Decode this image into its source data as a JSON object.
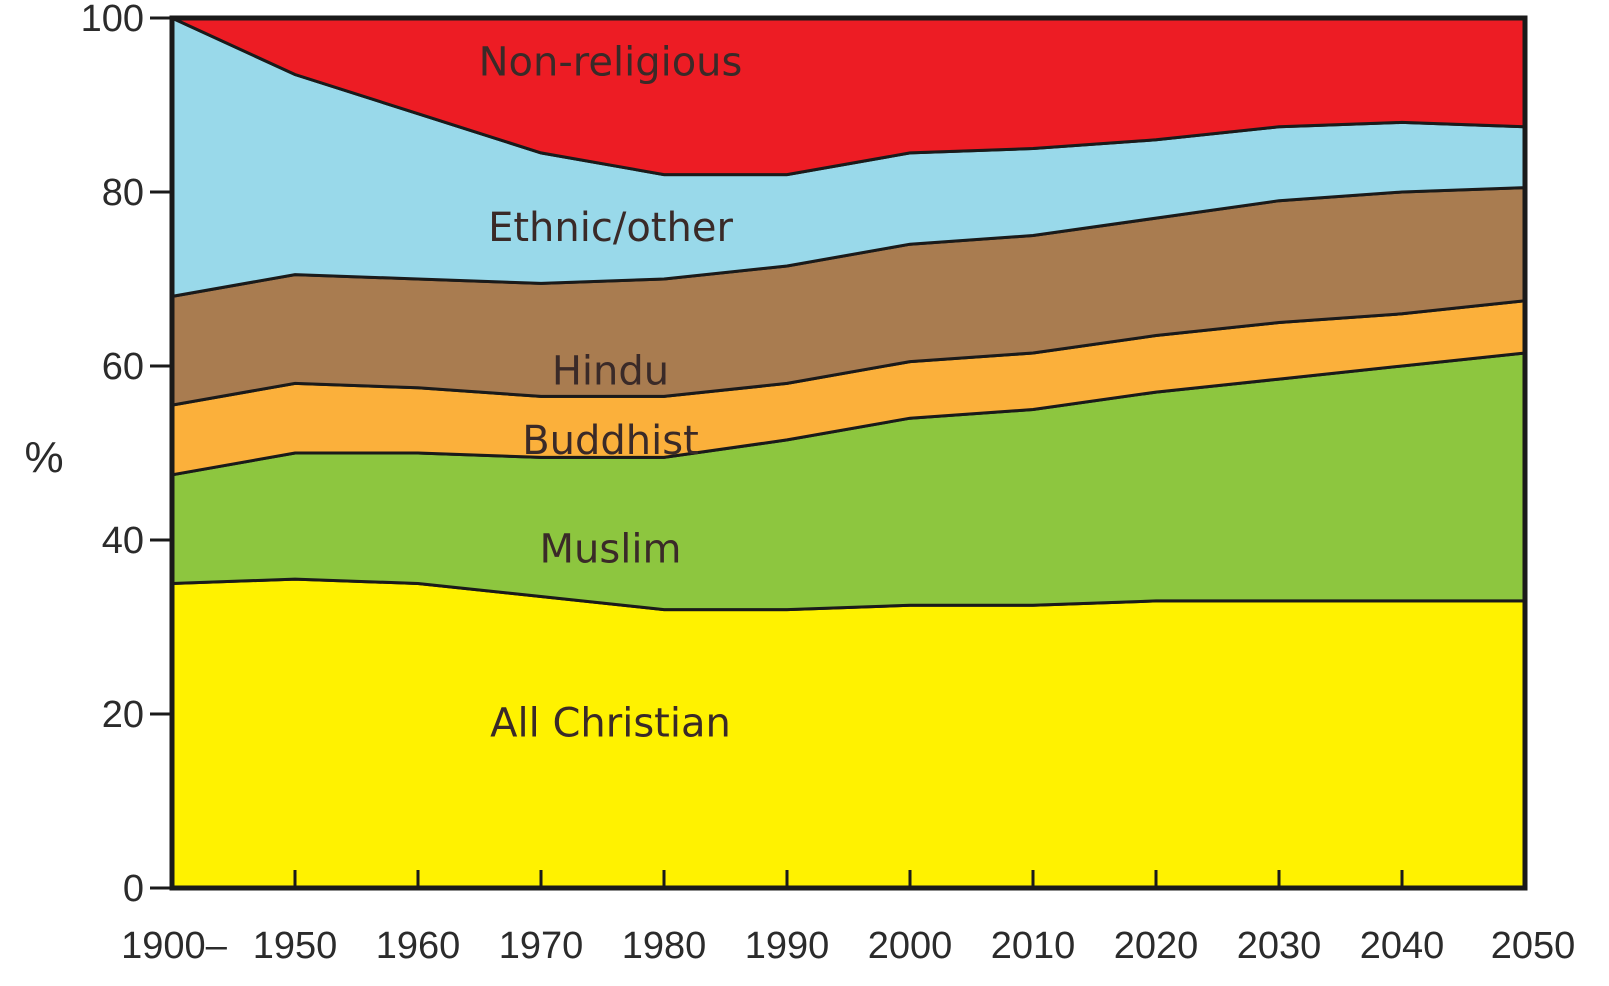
{
  "chart_data": {
    "type": "area",
    "stacked": true,
    "ylabel": "%",
    "ylim": [
      0,
      100
    ],
    "yticks": [
      0,
      20,
      40,
      60,
      80,
      100
    ],
    "x": [
      1900,
      1950,
      1960,
      1970,
      1980,
      1990,
      2000,
      2010,
      2020,
      2030,
      2040,
      2050
    ],
    "x_tick_labels": [
      "1900–",
      "1950",
      "1960",
      "1970",
      "1980",
      "1990",
      "2000",
      "2010",
      "2020",
      "2030",
      "2040",
      "2050"
    ],
    "series": [
      {
        "name": "All Christian",
        "color": "#fff200",
        "values": [
          35,
          35.5,
          35,
          33.5,
          32,
          32,
          32.5,
          32.5,
          33,
          33,
          33,
          33
        ]
      },
      {
        "name": "Muslim",
        "color": "#8dc63f",
        "values": [
          12.5,
          14.5,
          15,
          16,
          17.5,
          19.5,
          21.5,
          22.5,
          24,
          25.5,
          27,
          28.5
        ]
      },
      {
        "name": "Buddhist",
        "color": "#fbb03b",
        "values": [
          8,
          8,
          7.5,
          7,
          7,
          6.5,
          6.5,
          6.5,
          6.5,
          6.5,
          6,
          6
        ]
      },
      {
        "name": "Hindu",
        "color": "#a97c50",
        "values": [
          12.5,
          12.5,
          12.5,
          13,
          13.5,
          13.5,
          13.5,
          13.5,
          13.5,
          14,
          14,
          13
        ]
      },
      {
        "name": "Ethnic/other",
        "color": "#99d9ea",
        "values": [
          32,
          23,
          19,
          15,
          12,
          10.5,
          10.5,
          10,
          9,
          8.5,
          8,
          7
        ]
      },
      {
        "name": "Non-religious",
        "color": "#ed1c24",
        "values": [
          0,
          6.5,
          11,
          15.5,
          18,
          18,
          15.5,
          15,
          14,
          12.5,
          12,
          12.5
        ]
      }
    ]
  }
}
